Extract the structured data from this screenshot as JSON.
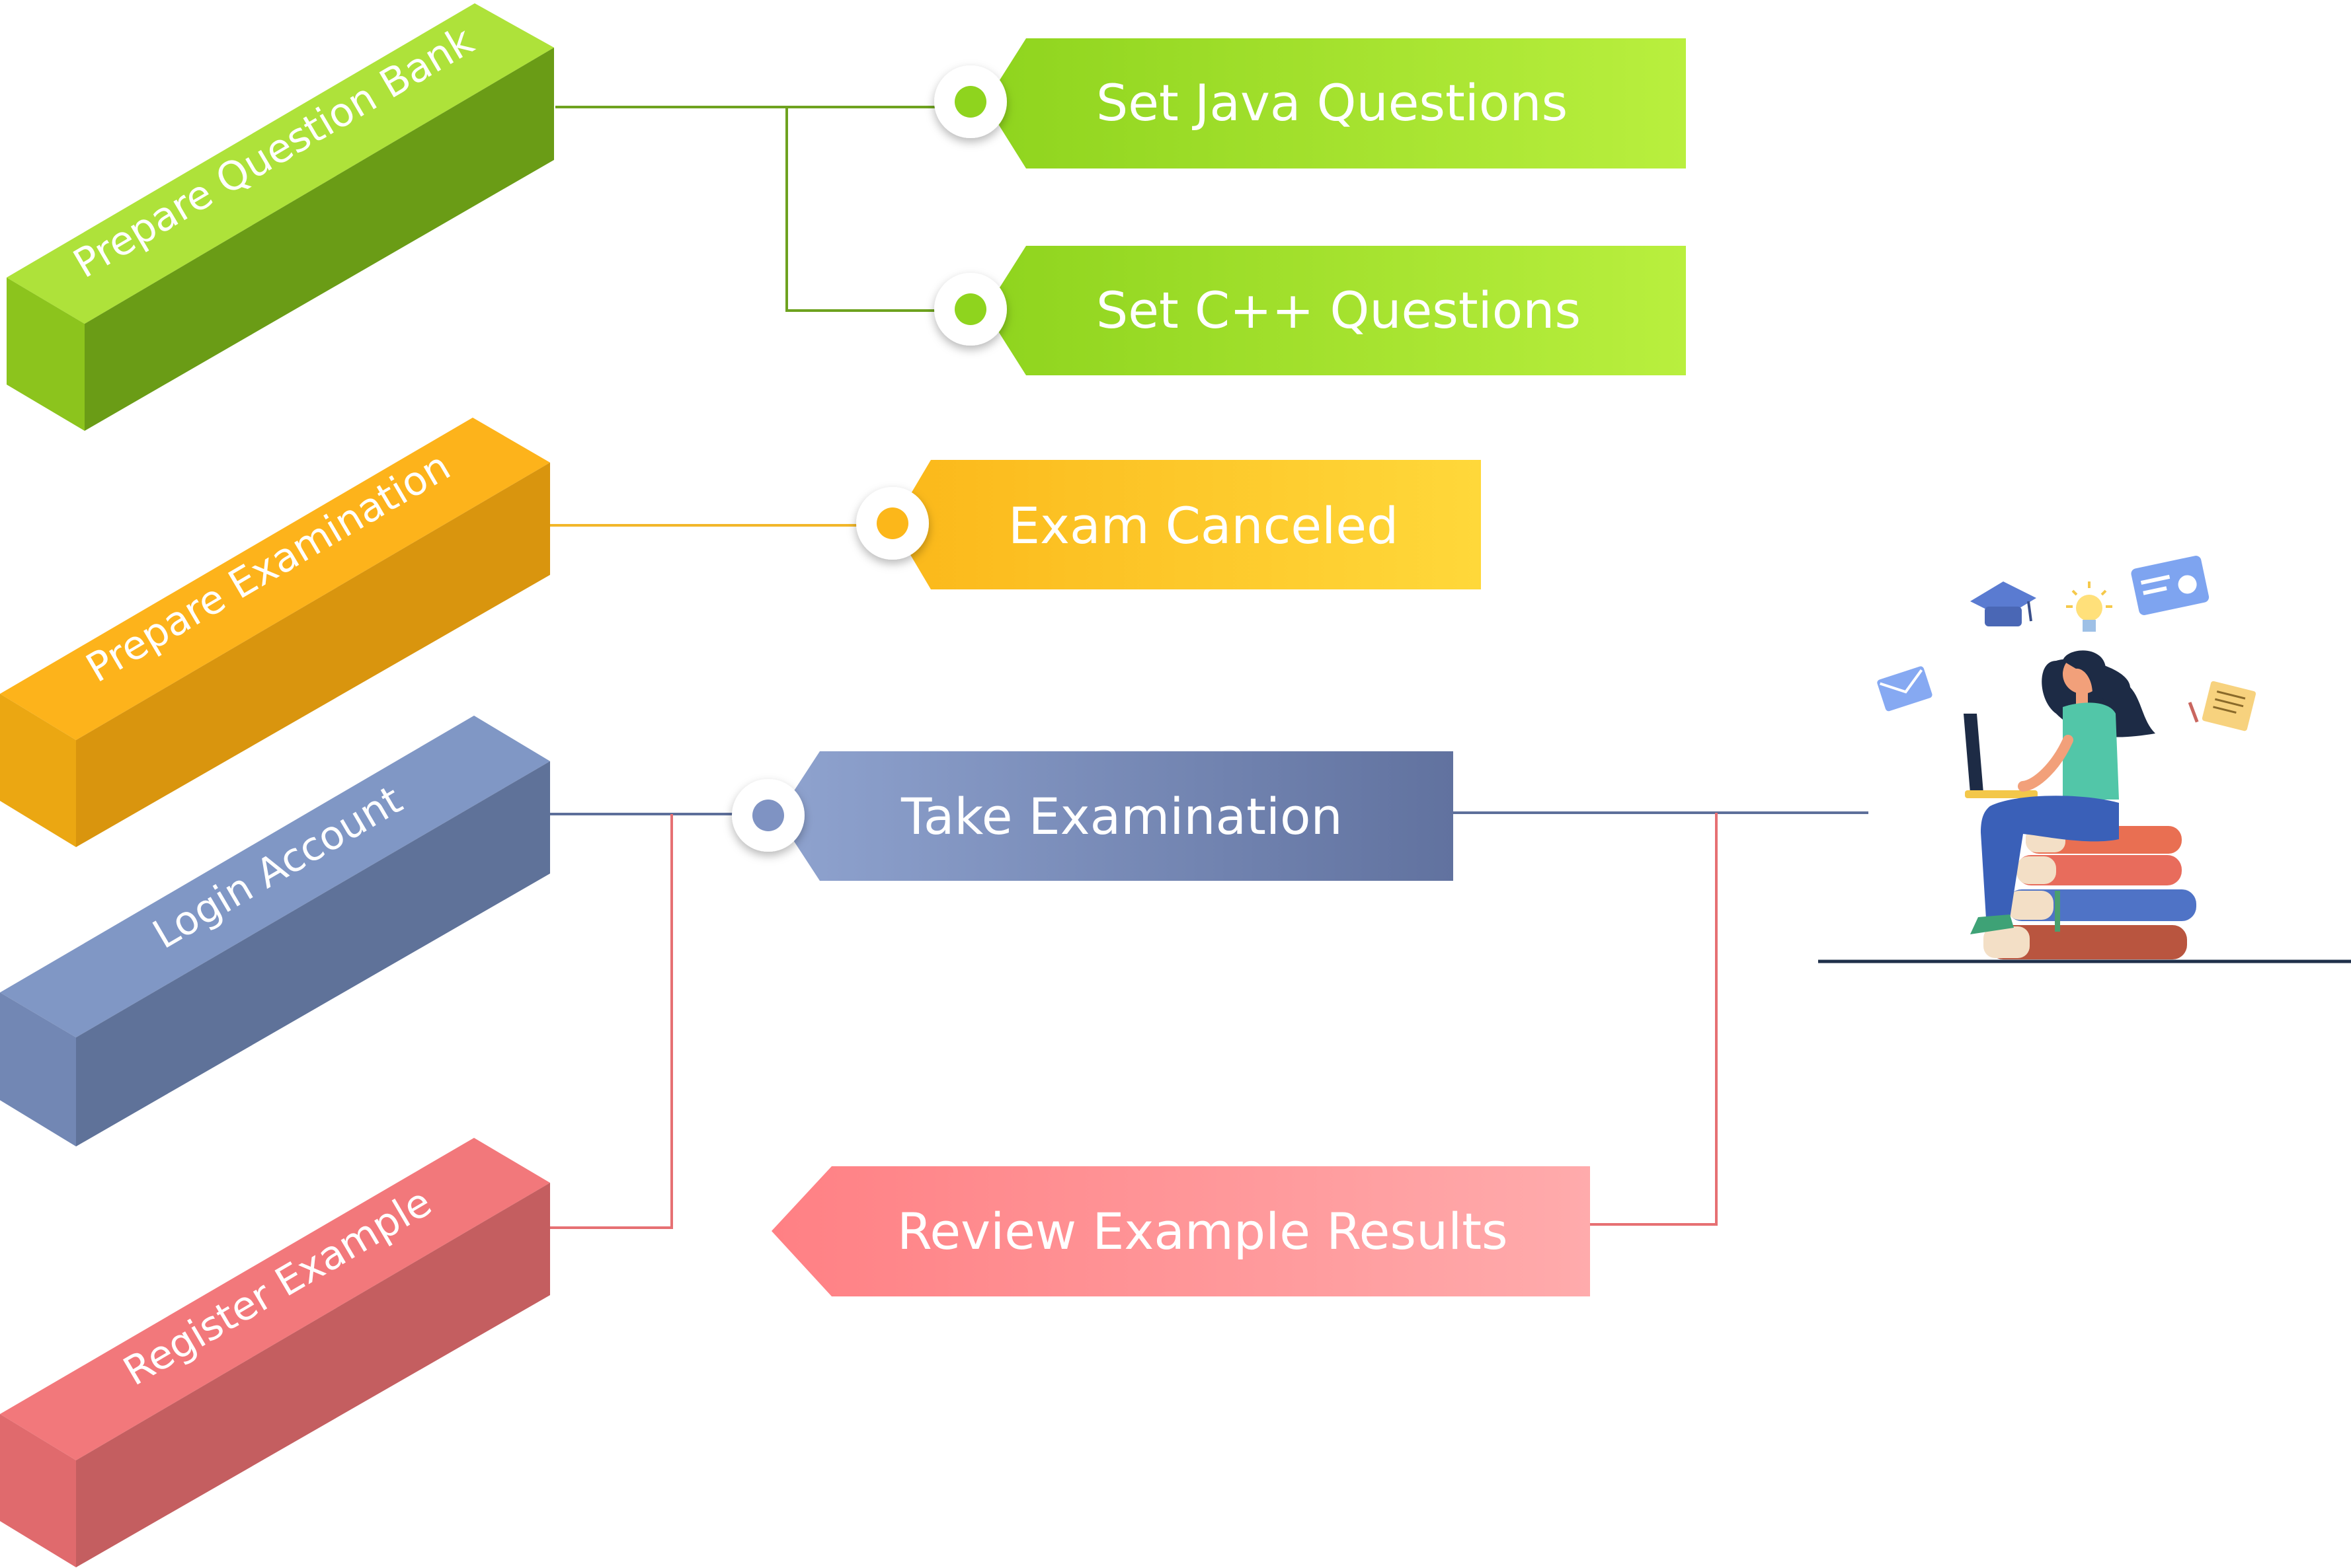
{
  "stages": [
    {
      "label": "Prepare Question Bank",
      "color": "#7fbf17"
    },
    {
      "label": "Prepare Examination",
      "color": "#f2b010"
    },
    {
      "label": "Login Account",
      "color": "#7e92c0"
    },
    {
      "label": "Register Example",
      "color": "#ea7377"
    }
  ],
  "outcomes": [
    {
      "label": "Set Java Questions",
      "color": "#b3ec3a"
    },
    {
      "label": "Set C++ Questions",
      "color": "#b3ec3a"
    },
    {
      "label": "Exam Canceled",
      "color": "#ffcf2e"
    },
    {
      "label": "Take Examination",
      "color": "#6b7fae"
    },
    {
      "label": "Review Example Results",
      "color": "#ff9a9d"
    }
  ],
  "illustration": {
    "subject": "student-with-laptop-on-books",
    "icons": [
      "graduation-cap-icon",
      "lightbulb-icon",
      "id-card-icon",
      "envelope-icon",
      "document-icon"
    ]
  }
}
